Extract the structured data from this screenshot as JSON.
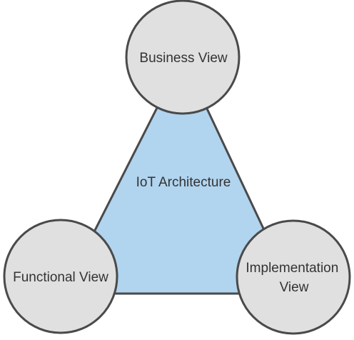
{
  "diagram": {
    "center": {
      "label": "IoT Architecture"
    },
    "nodes": [
      {
        "id": "business",
        "lines": [
          "Business View"
        ]
      },
      {
        "id": "functional",
        "lines": [
          "Functional View"
        ]
      },
      {
        "id": "implementation",
        "lines": [
          "Implementation",
          "View"
        ]
      }
    ]
  },
  "colors": {
    "triangle_fill": "#b1d4ef",
    "circle_fill": "#e0e0e0",
    "stroke": "#4a4a4a",
    "text": "#333333"
  }
}
